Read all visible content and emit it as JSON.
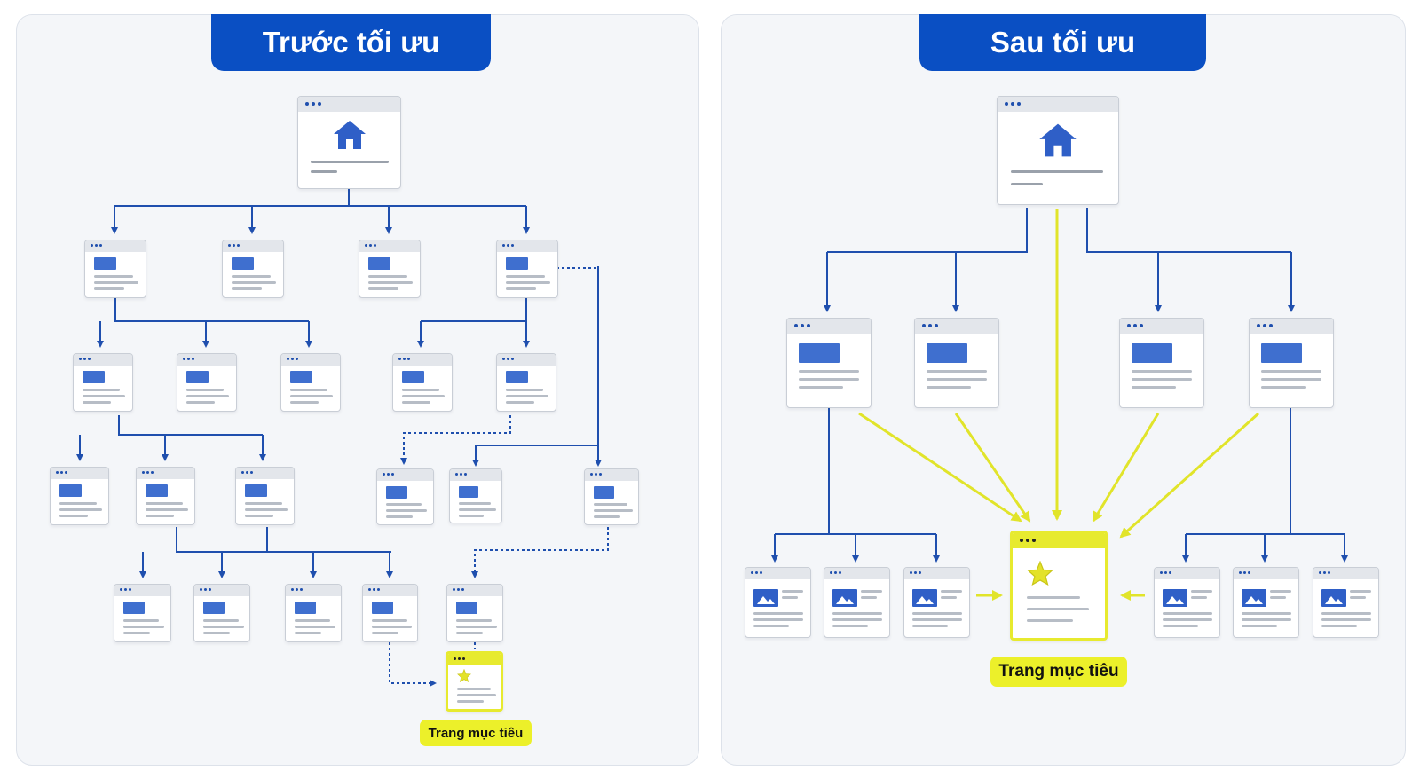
{
  "before": {
    "title": "Trước tối ưu",
    "target_label": "Trang mục tiêu"
  },
  "after": {
    "title": "Sau tối ưu",
    "target_label": "Trang mục tiêu"
  },
  "colors": {
    "tab": "#0a4fc3",
    "wire": "#1f4fae",
    "highlight": "#e7ea2f",
    "panel": "#f4f6f9"
  },
  "icons": {
    "home": "home-icon",
    "star": "star-icon",
    "image": "image-icon"
  }
}
